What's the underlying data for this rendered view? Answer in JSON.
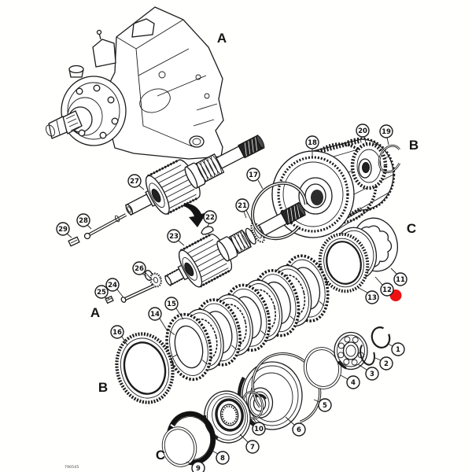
{
  "diagram": {
    "drawing_number": "790545",
    "marker_color": "#ed1111",
    "letters": {
      "a_top": "A",
      "b_top": "B",
      "c_top": "C",
      "a_mid": "A",
      "b_mid": "B",
      "c_bottom": "C"
    },
    "callouts": {
      "c1": "1",
      "c2": "2",
      "c3": "3",
      "c4": "4",
      "c5": "5",
      "c6": "6",
      "c7": "7",
      "c8": "8",
      "c9": "9",
      "c10": "10",
      "c11": "11",
      "c12": "12",
      "c13": "13",
      "c14": "14",
      "c15": "15",
      "c16": "16",
      "c17": "17",
      "c18": "18",
      "c19": "19",
      "c20": "20",
      "c21": "21",
      "c22": "22",
      "c23": "23",
      "c24": "24",
      "c25": "25",
      "c26": "26",
      "c27": "27",
      "c28": "28",
      "c29": "29"
    }
  }
}
